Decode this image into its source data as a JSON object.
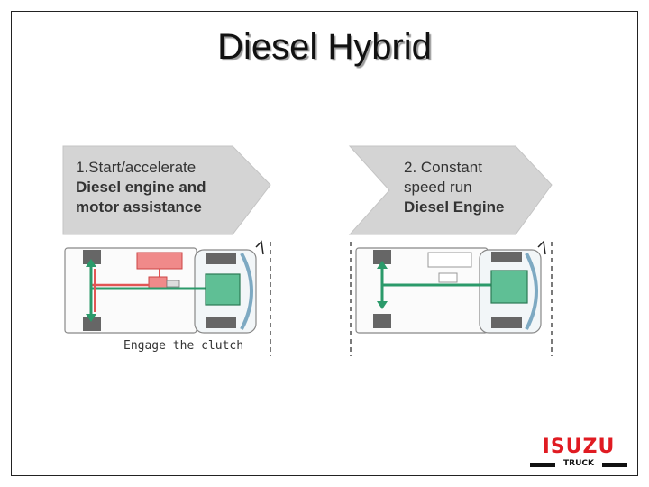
{
  "slide": {
    "title": "Diesel Hybrid"
  },
  "modes": [
    {
      "step": "1.Start/accelerate",
      "line2": "Diesel engine and",
      "line3": "motor assistance",
      "caption": "Engage the clutch"
    },
    {
      "step": "2. Constant",
      "line2": "speed run",
      "line3": "Diesel Engine"
    }
  ],
  "logo": {
    "brand": "ISUZU",
    "sub": "TRUCK"
  },
  "colors": {
    "banner": "#d4d4d4",
    "engine": "#5fbf95",
    "motor": "#f08a8a",
    "drive_line": "#2b9a6a",
    "motor_line": "#e25555",
    "brand_red": "#e01b22"
  }
}
